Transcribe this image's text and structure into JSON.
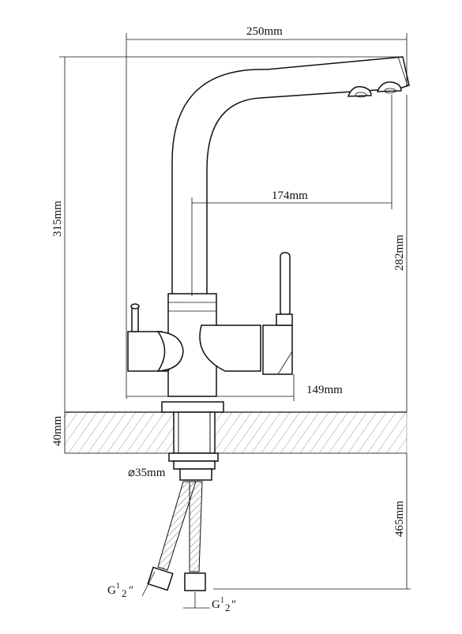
{
  "dimensions": {
    "width_total": "250mm",
    "reach": "174mm",
    "height_total": "315mm",
    "spout_height": "282mm",
    "body_width": "149mm",
    "counter_thickness": "40mm",
    "hole_diameter": "⌀35mm",
    "hose_length": "465mm",
    "thread_left_prefix": "G",
    "thread_left_num": "1",
    "thread_left_den": "2",
    "thread_left_mark": "″",
    "thread_right_prefix": "G",
    "thread_right_num": "1",
    "thread_right_den": "2",
    "thread_right_mark": "″"
  }
}
